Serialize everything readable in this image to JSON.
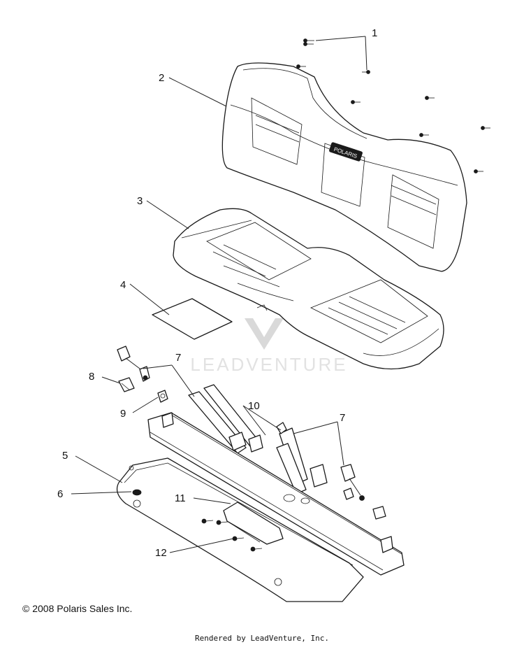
{
  "diagram": {
    "callouts": [
      "1",
      "2",
      "3",
      "4",
      "5",
      "6",
      "7",
      "7",
      "8",
      "9",
      "10",
      "11",
      "12"
    ],
    "watermark": "LEADVENTURE",
    "seat_back_logo": "POLARIS",
    "copyright": "© 2008 Polaris Sales Inc.",
    "rendered_by": "Rendered by LeadVenture, Inc."
  }
}
